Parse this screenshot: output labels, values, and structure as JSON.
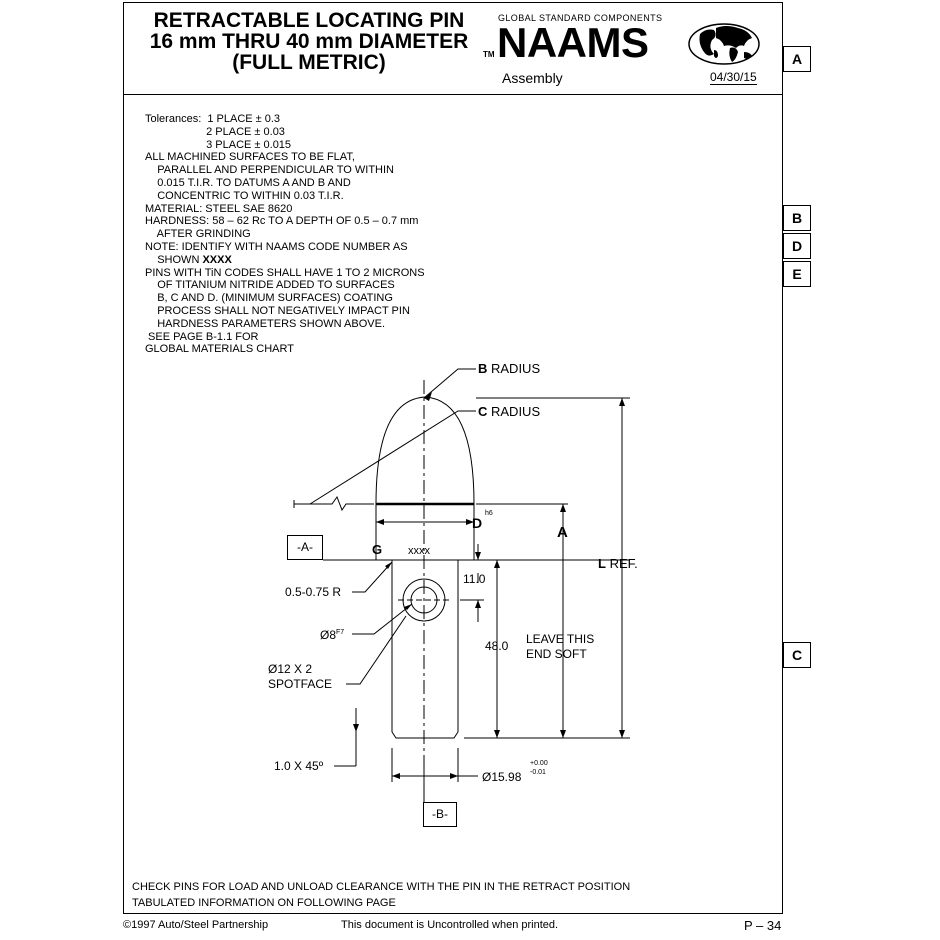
{
  "header": {
    "title_line1": "RETRACTABLE LOCATING PIN",
    "title_line2": "16 mm THRU 40 mm DIAMETER",
    "title_line3": "(FULL METRIC)",
    "trademark": "TM",
    "brand_tagline": "GLOBAL STANDARD COMPONENTS",
    "brand_name": "NAAMS",
    "section": "Assembly",
    "date": "04/30/15"
  },
  "tabs": [
    "A",
    "B",
    "D",
    "E",
    "C"
  ],
  "notes": [
    "Tolerances:  1 PLACE ± 0.3",
    "                    2 PLACE ± 0.03",
    "                    3 PLACE ± 0.015",
    "ALL MACHINED SURFACES TO BE FLAT,",
    "    PARALLEL AND PERPENDICULAR TO WITHIN",
    "    0.015 T.I.R. TO DATUMS A AND B AND",
    "    CONCENTRIC TO WITHIN 0.03 T.I.R.",
    "MATERIAL: STEEL SAE 8620",
    "HARDNESS: 58 – 62 Rc TO A DEPTH OF 0.5 – 0.7 mm",
    "    AFTER GRINDING",
    "NOTE: IDENTIFY WITH NAAMS CODE NUMBER AS",
    "    SHOWN ",
    "PINS WITH TiN CODES SHALL HAVE 1 TO 2 MICRONS",
    "    OF TITANIUM NITRIDE ADDED TO SURFACES",
    "    B, C AND D. (MINIMUM SURFACES) COATING",
    "    PROCESS SHALL NOT NEGATIVELY IMPACT PIN",
    "    HARDNESS PARAMETERS SHOWN ABOVE.",
    " SEE PAGE B-1.1 FOR",
    "GLOBAL MATERIALS CHART"
  ],
  "note_code": "XXXX",
  "drawing": {
    "b_letter": "B",
    "b_text": " RADIUS",
    "c_letter": "C",
    "c_text": " RADIUS",
    "d_letter": "D",
    "d_sup": "h6",
    "a_letter": "A",
    "l_letter": "L",
    "l_text": " REF.",
    "datum_a": "-A-",
    "datum_b": "-B-",
    "g_letter": "G",
    "code_mark": "xxxx",
    "dim_11": "11.0",
    "dim_48": "48.0",
    "radius_note": "0.5-0.75 R",
    "hole_dia": "Ø8",
    "hole_fit": "F7",
    "spotface_1": "Ø12 X 2",
    "spotface_2": "SPOTFACE",
    "leave_soft_1": "LEAVE THIS",
    "leave_soft_2": "END SOFT",
    "chamfer": "1.0 X 45º",
    "dia_1598": "Ø15.98",
    "tol_upper": "+0.00",
    "tol_lower": "-0.01"
  },
  "bottom_notes": [
    "CHECK PINS FOR LOAD AND UNLOAD CLEARANCE WITH THE PIN IN THE RETRACT POSITION",
    "TABULATED INFORMATION ON FOLLOWING PAGE"
  ],
  "footer": {
    "copyright": "©1997 Auto/Steel Partnership",
    "disclaimer": "This document is Uncontrolled when printed.",
    "page": "P – 34"
  }
}
